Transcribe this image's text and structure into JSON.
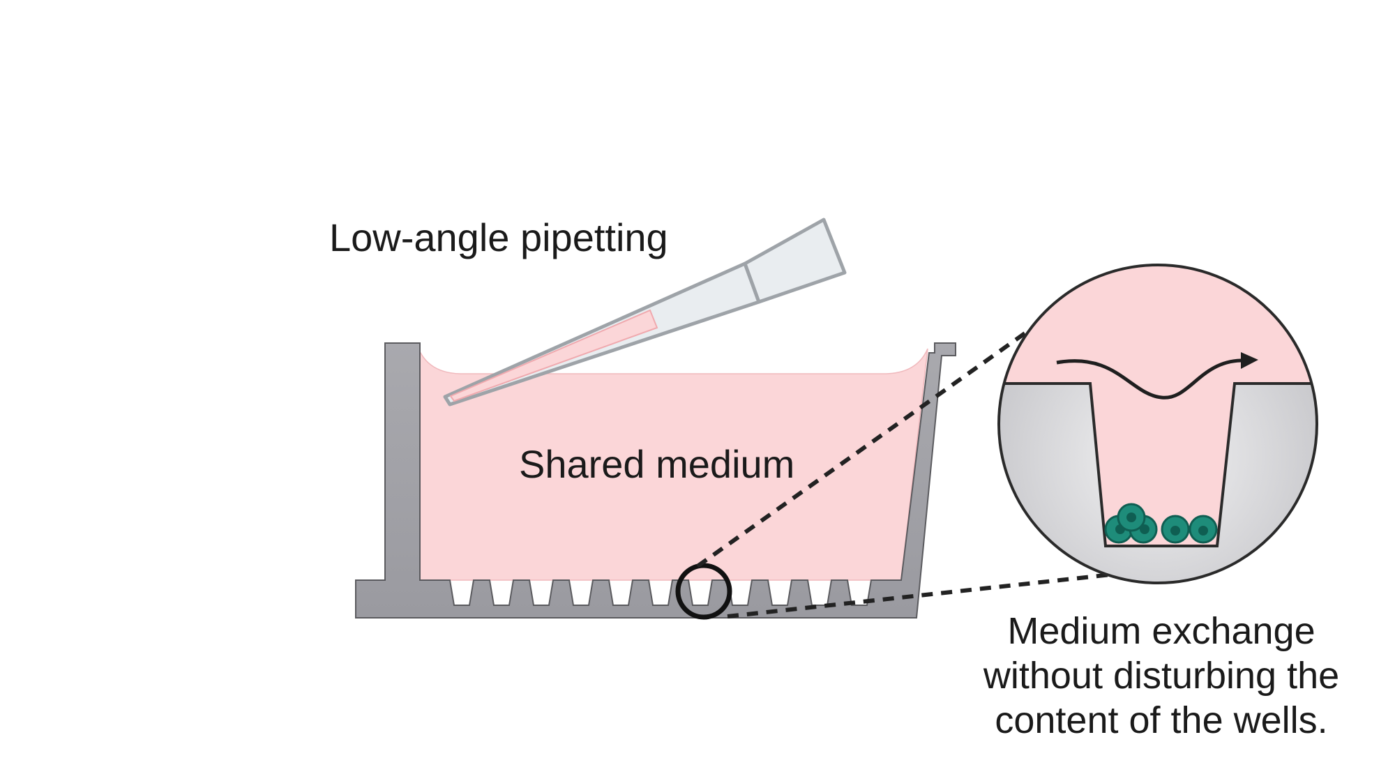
{
  "labels": {
    "pipetting": "Low-angle pipetting",
    "shared_medium": "Shared medium",
    "exchange": "Medium exchange without disturbing the content of the wells."
  },
  "colors": {
    "medium": "#fbd6d8",
    "plate": "#a3a3a8",
    "plate_stroke": "#5a5a5e",
    "cells": "#1e8c7a",
    "cells_dark": "#0f5e52",
    "tip_fill": "#e9edf0",
    "tip_stroke": "#9ea3a8",
    "line": "#222222"
  },
  "icons": {
    "tip": "pipette-tip-icon",
    "magnifier": "zoom-circle",
    "flow": "flow-arrow-icon",
    "cells": "cell-cluster-icon"
  }
}
